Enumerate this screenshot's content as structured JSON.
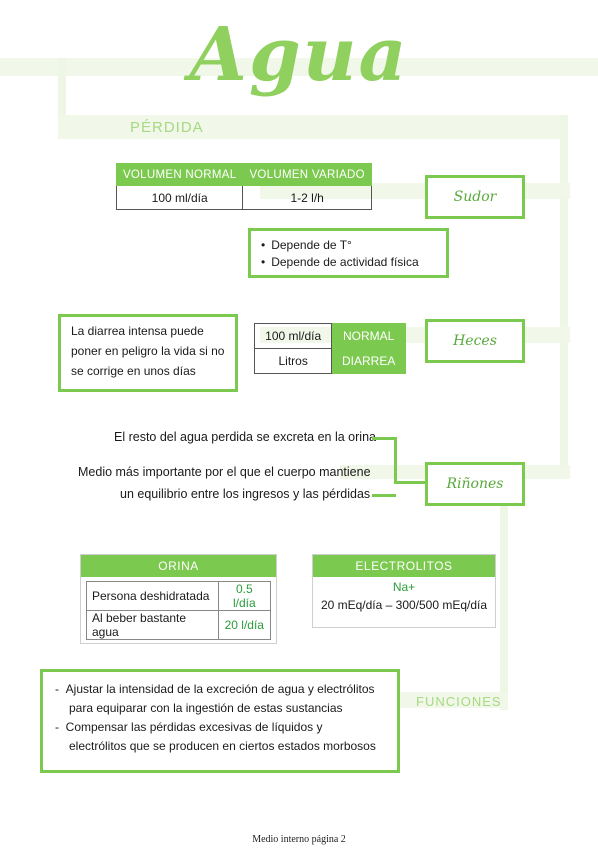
{
  "title": "Agua",
  "sections": {
    "perdida": "PÉRDIDA",
    "funciones": "FUNCIONES"
  },
  "sudor": {
    "label": "Sudor",
    "table": {
      "headers": [
        "VOLUMEN NORMAL",
        "VOLUMEN VARIADO"
      ],
      "values": [
        "100 ml/día",
        "1-2 l/h"
      ]
    },
    "bullets": [
      "Depende de T°",
      "Depende de actividad física"
    ]
  },
  "heces": {
    "label": "Heces",
    "note": [
      "La diarrea intensa puede",
      "poner en peligro la vida si no",
      "se corrige en unos días"
    ],
    "rows": [
      {
        "amount": "100 ml/día",
        "status": "NORMAL"
      },
      {
        "amount": "Litros",
        "status": "DIARREA"
      }
    ]
  },
  "rinones": {
    "label": "Riñones",
    "line1": "El resto del agua perdida se excreta en la orina",
    "line2a": "Medio más importante por el que el cuerpo mantiene",
    "line2b": "un equilibrio entre los ingresos y las pérdidas"
  },
  "orina": {
    "header": "ORINA",
    "rows": [
      {
        "label": "Persona deshidratada",
        "value": "0.5 l/día"
      },
      {
        "label": "Al beber bastante agua",
        "value": "20 l/día"
      }
    ]
  },
  "electrolitos": {
    "header": "ELECTROLITOS",
    "ion": "Na+",
    "range": "20 mEq/día – 300/500 mEq/día"
  },
  "funciones": [
    "Ajustar la intensidad de la excreción de agua y electrólitos",
    "para equiparar con la ingestión de estas sustancias",
    "Compensar las pérdidas excesivas de líquidos y",
    "electrólitos que se producen en ciertos estados morbosos"
  ],
  "footer": "Medio interno página 2"
}
